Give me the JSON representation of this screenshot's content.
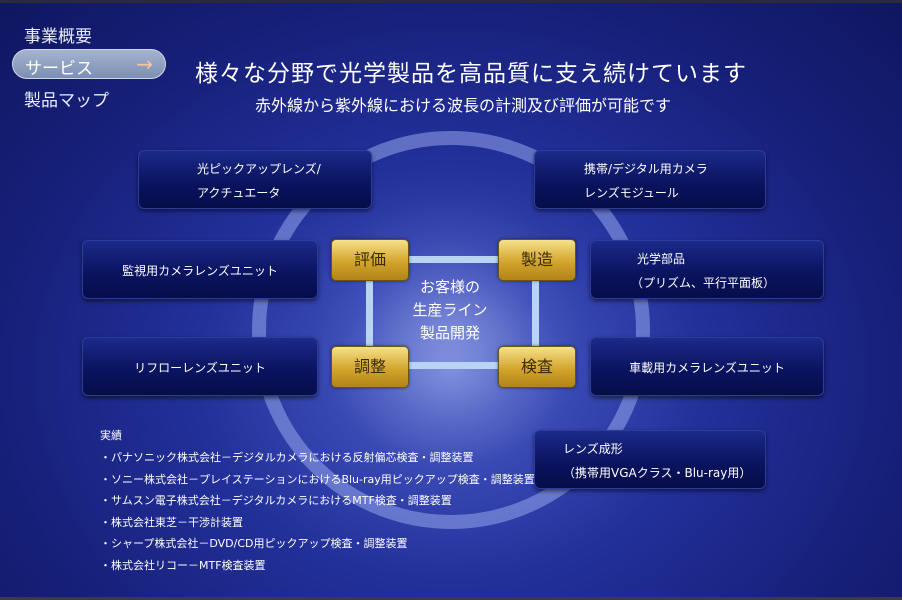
{
  "nav": {
    "items": [
      {
        "label": "事業概要"
      },
      {
        "label": "サービス",
        "arrow": "→"
      },
      {
        "label": "製品マップ"
      }
    ]
  },
  "header": {
    "title": "様々な分野で光学製品を高品質に支え続けています",
    "subtitle": "赤外線から紫外線における波長の計測及び評価が可能です"
  },
  "cycle": {
    "evaluate": "評価",
    "manufacture": "製造",
    "adjust": "調整",
    "inspect": "検査",
    "center_lines": [
      "お客様の",
      "生産ライン",
      "製品開発"
    ]
  },
  "products": {
    "pickup_lens": [
      "光ピックアップレンズ/",
      "アクチュエータ"
    ],
    "mobile_camera": [
      "携帯/デジタル用カメラ",
      "レンズモジュール"
    ],
    "surveillance": "監視用カメラレンズユニット",
    "optical_parts": [
      "光学部品",
      "（プリズム、平行平面板）"
    ],
    "reflow": "リフローレンズユニット",
    "automotive": "車載用カメラレンズユニット",
    "lens_molding": [
      "レンズ成形",
      "（携帯用VGAクラス・Blu-ray用）"
    ]
  },
  "achievements": {
    "heading": "実績",
    "items": [
      "・パナソニック株式会社－デジタルカメラにおける反射偏芯検査・調整装置",
      "・ソニー株式会社－プレイステーションにおけるBlu-ray用ピックアップ検査・調整装置",
      "・サムスン電子株式会社－デジタルカメラにおけるMTF検査・調整装置",
      "・株式会社東芝－干渉計装置",
      "・シャープ株式会社－DVD/CD用ピックアップ検査・調整装置",
      "・株式会社リコー－MTF検査装置"
    ]
  },
  "colors": {
    "background": "#1b2588",
    "gold": "#d3a52c",
    "box": "#0a1460",
    "connector": "#b8d4f2",
    "arrow": "#f4c59a"
  }
}
